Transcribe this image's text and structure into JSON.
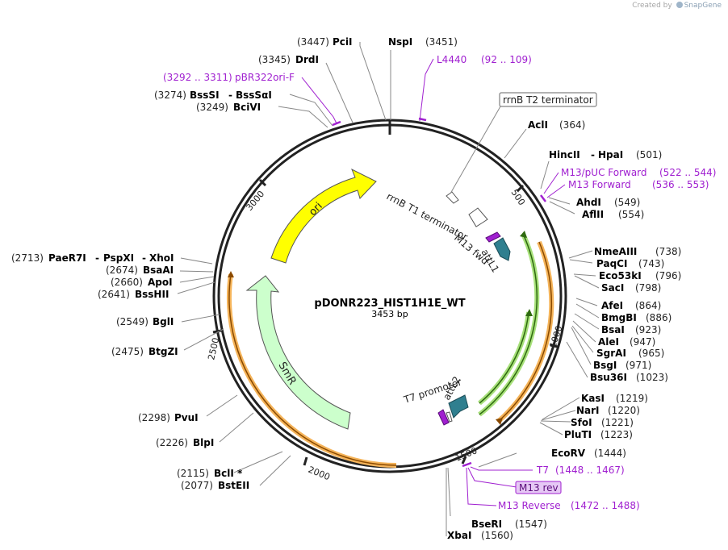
{
  "credit": {
    "text": "Created by",
    "brand": "SnapGene"
  },
  "plasmid": {
    "name": "pDONR223_HIST1H1E_WT",
    "size": "3453 bp"
  },
  "colors": {
    "enzyme": "#000000",
    "primer": "#a020d0",
    "ori": "#ffff00",
    "smr": "#ccffcc",
    "orange_feature": "#f5b45a",
    "green_feature": "#a7e07a",
    "att": "#2f7f8f",
    "rrnb": "#ffffff",
    "primer_box_fill": "#e6c8f5"
  },
  "ticks": [
    "500",
    "1000",
    "1500",
    "2000",
    "2500",
    "3000"
  ],
  "enzymes": [
    {
      "name": "PciI",
      "pos": "(3447)"
    },
    {
      "name": "NspI",
      "pos": "(3451)"
    },
    {
      "name": "DrdI",
      "pos": "(3345)"
    },
    {
      "name": "BssSI",
      "pos": "(3274)"
    },
    {
      "name": "BssSαI",
      "pos": ""
    },
    {
      "name": "BciVI",
      "pos": "(3249)"
    },
    {
      "name": "AclI",
      "pos": "(364)"
    },
    {
      "name": "HincII",
      "pos": ""
    },
    {
      "name": "HpaI",
      "pos": "(501)"
    },
    {
      "name": "AhdI",
      "pos": "(549)"
    },
    {
      "name": "AflII",
      "pos": "(554)"
    },
    {
      "name": "NmeAIII",
      "pos": "(738)"
    },
    {
      "name": "PaqCI",
      "pos": "(743)"
    },
    {
      "name": "Eco53kI",
      "pos": "(796)"
    },
    {
      "name": "SacI",
      "pos": "(798)"
    },
    {
      "name": "AfeI",
      "pos": "(864)"
    },
    {
      "name": "BmgBI",
      "pos": "(886)"
    },
    {
      "name": "BsaI",
      "pos": "(923)"
    },
    {
      "name": "AleI",
      "pos": "(947)"
    },
    {
      "name": "SgrAI",
      "pos": "(965)"
    },
    {
      "name": "BsgI",
      "pos": "(971)"
    },
    {
      "name": "Bsu36I",
      "pos": "(1023)"
    },
    {
      "name": "KasI",
      "pos": "(1219)"
    },
    {
      "name": "NarI",
      "pos": "(1220)"
    },
    {
      "name": "SfoI",
      "pos": "(1221)"
    },
    {
      "name": "PluTI",
      "pos": "(1223)"
    },
    {
      "name": "EcoRV",
      "pos": "(1444)"
    },
    {
      "name": "BseRI",
      "pos": "(1547)"
    },
    {
      "name": "XbaI",
      "pos": "(1560)"
    },
    {
      "name": "PaeR7I",
      "pos": "(2713)"
    },
    {
      "name": "PspXI",
      "pos": ""
    },
    {
      "name": "XhoI",
      "pos": ""
    },
    {
      "name": "BsaAI",
      "pos": "(2674)"
    },
    {
      "name": "ApoI",
      "pos": "(2660)"
    },
    {
      "name": "BssHII",
      "pos": "(2641)"
    },
    {
      "name": "BglI",
      "pos": "(2549)"
    },
    {
      "name": "BtgZI",
      "pos": "(2475)"
    },
    {
      "name": "PvuI",
      "pos": "(2298)"
    },
    {
      "name": "BlpI",
      "pos": "(2226)"
    },
    {
      "name": "BclI *",
      "pos": "(2115)"
    },
    {
      "name": "BstEII",
      "pos": "(2077)"
    }
  ],
  "primers": [
    {
      "name": "L4440",
      "range": "(92 .. 109)"
    },
    {
      "name": "pBR322ori-F",
      "range": "(3292 .. 3311)"
    },
    {
      "name": "M13/pUC Forward",
      "range": "(522 .. 544)"
    },
    {
      "name": "M13 Forward",
      "range": "(536 .. 553)"
    },
    {
      "name": "T7",
      "range": "(1448 .. 1467)"
    },
    {
      "name": "M13 rev",
      "range": ""
    },
    {
      "name": "M13 Reverse",
      "range": "(1472 .. 1488)"
    }
  ],
  "features": {
    "rrnb_t2": "rrnB T2 terminator",
    "rrnb_t1": "rrnB T1 terminator",
    "m13fwd": "M13 fwd",
    "attl1": "attL1",
    "attl2": "attL2",
    "t7prom": "T7 promoter",
    "ori": "ori",
    "smr": "SmR"
  }
}
